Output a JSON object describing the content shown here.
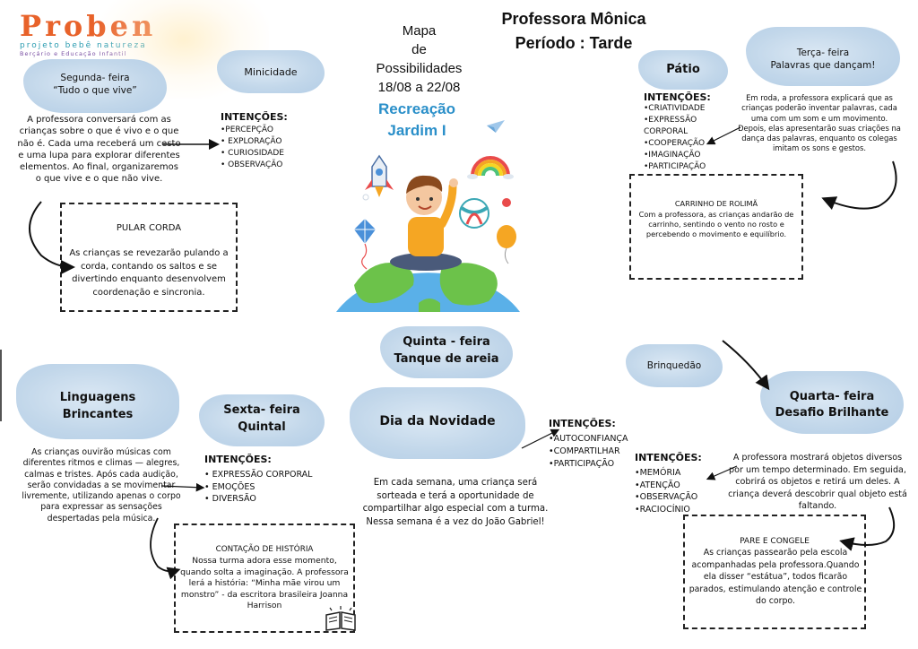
{
  "logo": {
    "name": "Proben",
    "subtitle": "projeto bebê natureza",
    "tagline": "Berçário e Educação Infantil"
  },
  "header": {
    "map_title_lines": [
      "Mapa",
      "de",
      "Possibilidades",
      "18/08 a 22/08"
    ],
    "recreation_lines": [
      "Recreação",
      "Jardim I"
    ],
    "teacher": "Professora Mônica",
    "period": "Período : Tarde"
  },
  "monday": {
    "day": "Segunda- feira",
    "theme": "“Tudo o que vive”",
    "side_label": "Minicidade",
    "description": "A professora conversará com as crianças sobre o que é vivo e o que não é. Cada uma receberá um cesto e uma lupa para explorar diferentes elementos. Ao final, organizaremos o que vive e o que não vive.",
    "intentions_title": "INTENÇÕES:",
    "intentions": [
      "•PERCEPÇÃO",
      "• EXPLORAÇÃO",
      "• CURIOSIDADE",
      "• OBSERVAÇÃO"
    ],
    "box_title": "PULAR CORDA",
    "box_text": "As crianças se revezarão pulando a corda, contando os saltos e se divertindo enquanto desenvolvem coordenação e sincronia."
  },
  "tuesday": {
    "side_label": "Pátio",
    "day": "Terça- feira",
    "theme": "Palavras que dançam!",
    "intentions_title": "INTENÇÕES:",
    "intentions": [
      "•CRIATIVIDADE",
      "•EXPRESSÃO CORPORAL",
      "•COOPERAÇÃO",
      "•IMAGINAÇÃO",
      "•PARTICIPAÇÃO"
    ],
    "description": "Em roda, a professora explicará que as crianças poderão inventar palavras, cada uma com um som e um movimento. Depois, elas apresentarão suas criações na dança das palavras, enquanto os colegas imitam os sons e gestos.",
    "box_title": "CARRINHO DE ROLIMÃ",
    "box_text": "Com a professora, as crianças andarão de carrinho, sentindo o vento no rosto e percebendo o movimento e equilíbrio."
  },
  "thursday": {
    "day": "Quinta - feira",
    "theme": "Tanque de areia",
    "activity": "Dia da Novidade",
    "intentions_title": "INTENÇÕES:",
    "intentions": [
      "•AUTOCONFIANÇA",
      "•COMPARTILHAR",
      "•PARTICIPAÇÃO"
    ],
    "description": "Em cada semana, uma criança será sorteada e terá a oportunidade de compartilhar algo especial com a turma. Nessa semana é a vez do João Gabriel!"
  },
  "wednesday": {
    "side_label": "Brinquedão",
    "day": "Quarta- feira",
    "theme": "Desafio Brilhante",
    "intentions_title": "INTENÇÕES:",
    "intentions": [
      "•MEMÓRIA",
      "•ATENÇÃO",
      "•OBSERVAÇÃO",
      "•RACIOCÍNIO"
    ],
    "description": "A professora mostrará objetos diversos por um tempo determinado. Em seguida, cobrirá os objetos e retirá um deles. A criança deverá descobrir qual objeto está faltando.",
    "box_title": "PARE E CONGELE",
    "box_text": "As crianças passearão pela escola acompanhadas pela professora.Quando ela disser “estátua”, todos ficarão parados, estimulando atenção e controle do corpo."
  },
  "friday": {
    "side_label_lines": [
      "Linguagens",
      "Brincantes"
    ],
    "day": "Sexta- feira",
    "theme": "Quintal",
    "description": "As crianças ouvirão músicas com diferentes ritmos e climas — alegres, calmas e tristes. Após cada audição, serão convidadas a se movimentar livremente, utilizando apenas o corpo para expressar as sensações despertadas pela música.",
    "intentions_title": "INTENÇÕES:",
    "intentions": [
      "• EXPRESSÃO CORPORAL",
      "• EMOÇÕES",
      "• DIVERSÃO"
    ],
    "box_title": "CONTAÇÃO DE HISTÓRIA",
    "box_text": "Nossa turma adora esse momento, quando solta a imaginação. A professora lerá a história: “Minha mãe virou um monstro” - da escritora brasileira Joanna Harrison"
  },
  "colors": {
    "cloud": "#c2d7ea",
    "recreation": "#2a8fc9",
    "logo_orange": "#e8622a",
    "logo_teal": "#2a9bb0",
    "logo_purple": "#7a4fa3"
  },
  "icons": [
    "rocket-icon",
    "rainbow-icon",
    "paper-plane-icon",
    "kite-icon",
    "ball-icon",
    "balloon-icon",
    "globe-icon",
    "child-icon",
    "book-icon"
  ]
}
